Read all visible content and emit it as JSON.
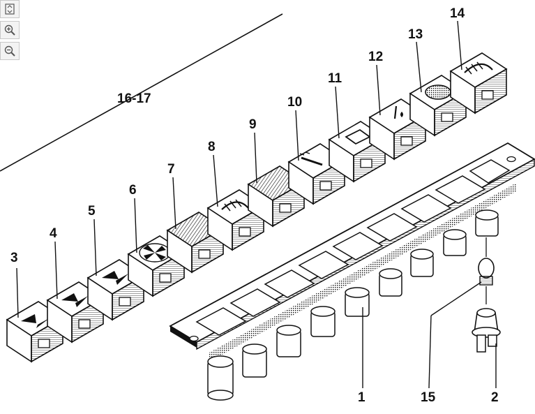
{
  "toolbar": {
    "buttons": [
      {
        "name": "fit-page-button",
        "icon": "fit-page-icon"
      },
      {
        "name": "zoom-in-button",
        "icon": "zoom-in-icon"
      },
      {
        "name": "zoom-out-button",
        "icon": "zoom-out-icon"
      }
    ]
  },
  "callouts": {
    "group": "16-17",
    "c1": "1",
    "c2": "2",
    "c3": "3",
    "c4": "4",
    "c5": "5",
    "c6": "6",
    "c7": "7",
    "c8": "8",
    "c9": "9",
    "c10": "10",
    "c11": "11",
    "c12": "12",
    "c13": "13",
    "c14": "14",
    "c15": "15"
  },
  "colors": {
    "ink": "#111111",
    "paper": "#ffffff",
    "toolbar_bg": "#f3f3f3"
  }
}
